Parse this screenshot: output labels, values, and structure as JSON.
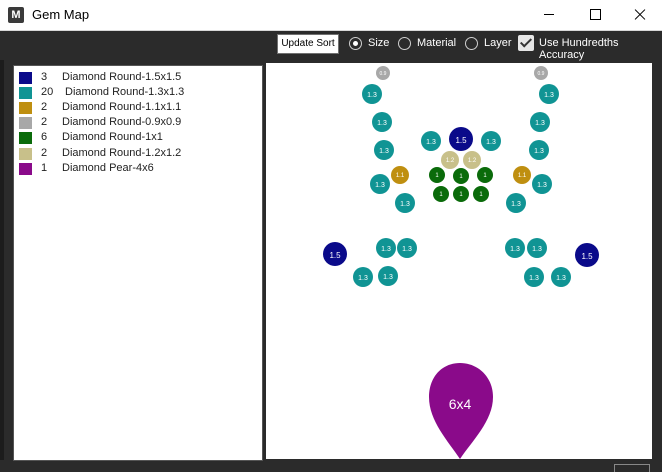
{
  "window": {
    "title": "Gem Map",
    "app_icon": "M"
  },
  "toolbar": {
    "update_label": "Update Sort",
    "options": [
      {
        "label": "Size",
        "selected": true
      },
      {
        "label": "Material",
        "selected": false
      },
      {
        "label": "Layer",
        "selected": false
      }
    ],
    "hundredths_label": "Use Hundredths Accuracy",
    "hundredths_checked": true
  },
  "legend": [
    {
      "count": "3",
      "name": "Diamond Round-1.5x1.5",
      "color": "#0a0a8a"
    },
    {
      "count": "20",
      "name": "Diamond Round-1.3x1.3",
      "color": "#109494"
    },
    {
      "count": "2",
      "name": "Diamond Round-1.1x1.1",
      "color": "#bf8f10"
    },
    {
      "count": "2",
      "name": "Diamond Round-0.9x0.9",
      "color": "#a8a8a8"
    },
    {
      "count": "6",
      "name": "Diamond Round-1x1",
      "color": "#0a6b0a"
    },
    {
      "count": "2",
      "name": "Diamond Round-1.2x1.2",
      "color": "#c8c08a"
    },
    {
      "count": "1",
      "name": "Diamond Pear-4x6",
      "color": "#8a0a8a"
    }
  ],
  "gems": {
    "label_15": "1.5",
    "label_13": "1.3",
    "label_11": "1.1",
    "label_09": "0.9",
    "label_10": "1",
    "label_12": "1.2",
    "label_pear": "6x4"
  }
}
